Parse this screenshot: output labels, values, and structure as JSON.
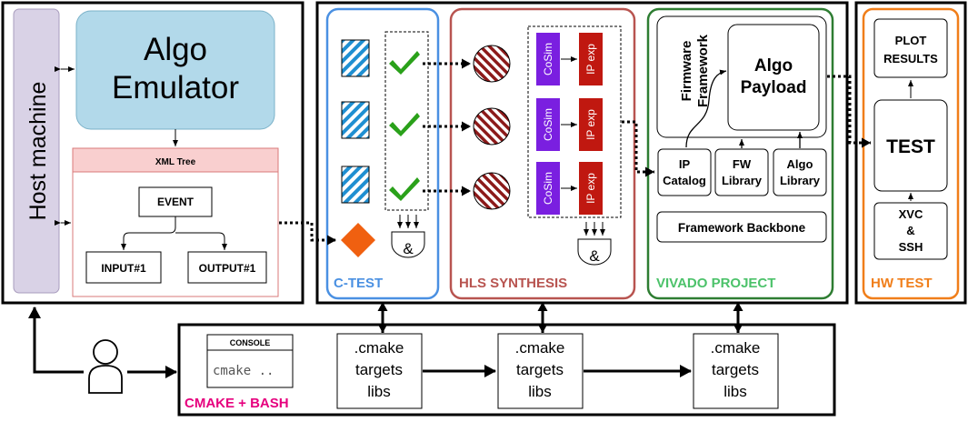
{
  "host": {
    "label": "Host machine"
  },
  "emulator": {
    "line1": "Algo",
    "line2": "Emulator"
  },
  "xml": {
    "header": "XML Tree",
    "event": "EVENT",
    "input": "INPUT#1",
    "output": "OUTPUT#1"
  },
  "ctest": {
    "label": "C-TEST",
    "and_symbol": "&"
  },
  "hls": {
    "label": "HLS SYNTHESIS",
    "cosim": "CoSim",
    "ipexp": "IP exp",
    "and_symbol": "&"
  },
  "vivado": {
    "label": "VIVADO PROJECT",
    "firmware_line1": "Firmware",
    "firmware_line2": "Framework",
    "payload_line1": "Algo",
    "payload_line2": "Payload",
    "ipcat_line1": "IP",
    "ipcat_line2": "Catalog",
    "fwlib_line1": "FW",
    "fwlib_line2": "Library",
    "algolib_line1": "Algo",
    "algolib_line2": "Library",
    "backbone": "Framework Backbone"
  },
  "hw": {
    "label": "HW TEST",
    "plot_line1": "PLOT",
    "plot_line2": "RESULTS",
    "test": "TEST",
    "xvc_line1": "XVC",
    "xvc_line2": "&",
    "xvc_line3": "SSH"
  },
  "cmake": {
    "label": "CMAKE + BASH",
    "console_title": "CONSOLE",
    "console_cmd": "cmake ..",
    "target_line1": ".cmake",
    "target_line2": "targets",
    "target_line3": "libs"
  },
  "colors": {
    "host_fill": "#d9d2e6",
    "emulator_fill": "#b2d9ea",
    "xml_header": "#f9cfcf",
    "xml_border": "#d97a7a",
    "ctest": "#4a90e2",
    "hls": "#b85450",
    "vivado": "#2e7d32",
    "vivado_text": "#4cc26a",
    "hw": "#f07e1a",
    "cmake_text": "#e6007e",
    "check": "#2aa11a",
    "purple": "#7a1fe0",
    "red": "#c01810",
    "diamond": "#f06010",
    "stripe_blue": "#1f8fd1",
    "stripe_red": "#8c1a1a"
  }
}
